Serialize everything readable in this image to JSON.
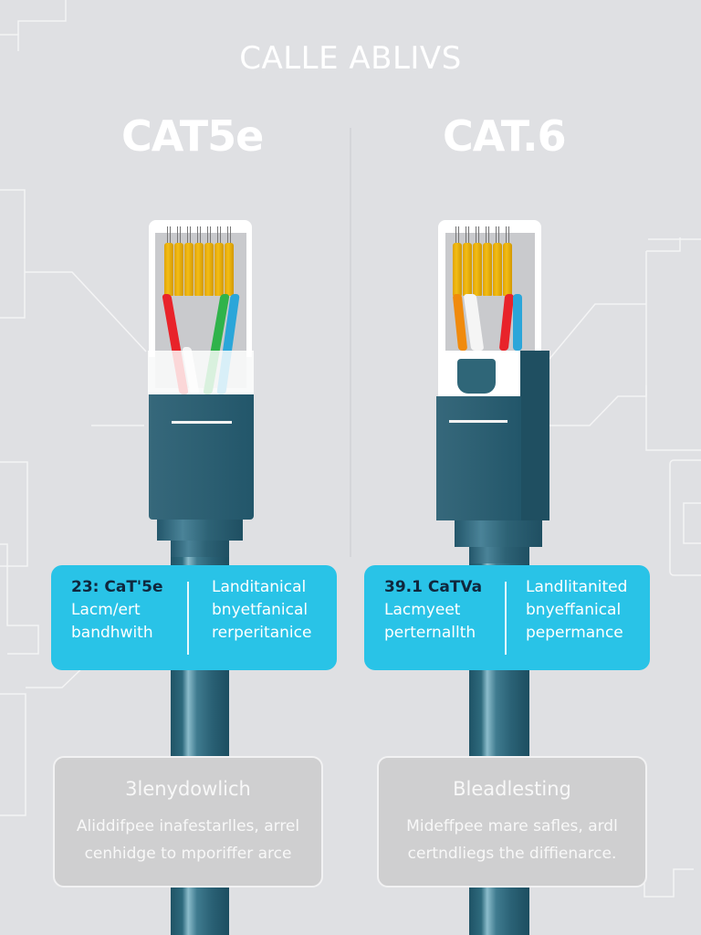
{
  "header": {
    "title": "CALLE ABLIVS"
  },
  "columns": [
    {
      "label": "CAT5e",
      "connector": {
        "wire_colors": [
          "#e8232a",
          "#f5f5f5",
          "#2fb34a",
          "#2ba6d9"
        ]
      },
      "info_panel": {
        "left": {
          "heading": "23: CaT'5e",
          "line1": "Lacm/ert",
          "line2": "bandhwith"
        },
        "right": {
          "line1": "Landitanical",
          "line2": "bnyetfanical",
          "line3": "rerperitanice"
        }
      },
      "note": {
        "title": "3lenydowlich",
        "line1": "Aliddifpee inafestarlles, arrel",
        "line2": "cenhidge to mporiffer arce"
      }
    },
    {
      "label": "CAT.6",
      "connector": {
        "wire_colors": [
          "#f08a0c",
          "#f5f5f5",
          "#e8232a",
          "#2ba6d9"
        ]
      },
      "info_panel": {
        "left": {
          "heading": "39.1 CaTVa",
          "line1": "Lacmyeet",
          "line2": "perternallth"
        },
        "right": {
          "line1": "Landlitanited",
          "line2": "bnyeffanical",
          "line3": "pepermance"
        }
      },
      "note": {
        "title": "Bleadlesting",
        "line1": "Mideffpee mare safles, ardl",
        "line2": "certndliegs the diffienarce."
      }
    }
  ],
  "colors": {
    "background": "#dfe0e3",
    "accent_panel": "#29c3e7",
    "connector_body": "#2b5e71",
    "pin_gold": "#f3bd16",
    "note_panel": "#cfcfd0"
  }
}
